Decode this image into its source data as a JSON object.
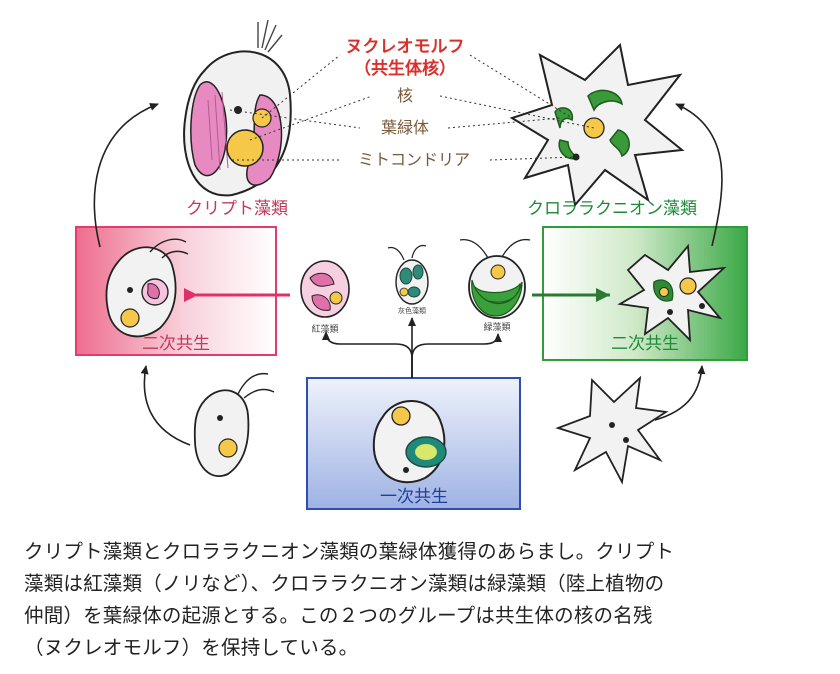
{
  "labels": {
    "nucleomorph_line1": "ヌクレオモルフ",
    "nucleomorph_line2": "（共生体核）",
    "nucleus": "核",
    "chloroplast": "葉緑体",
    "mitochondria": "ミトコンドリア",
    "cryptophyte": "クリプト藻類",
    "chlorarachniophyte": "クロララクニオン藻類",
    "secondary_left": "二次共生",
    "secondary_right": "二次共生",
    "primary": "一次共生",
    "red_algae": "紅藻類",
    "glaucophyte": "灰色藻類",
    "green_algae": "緑藻類"
  },
  "caption": {
    "lines": [
      "クリプト藻類とクロララクニオン藻類の葉緑体獲得のあらまし。クリプト",
      "藻類は紅藻類（ノリなど）、クロララクニオン藻類は緑藻類（陸上植物の",
      "仲間）を葉緑体の起源とする。この２つのグループは共生体の核の名残",
      "（ヌクレオモルフ）を保持している。"
    ]
  },
  "colors": {
    "nucleomorph_text": "#d9302c",
    "label_text": "#7a5a3a",
    "cryptophyte_text": "#c23a5a",
    "chlorarachnio_text": "#1f8a3a",
    "secondary_left_text": "#c23a5a",
    "secondary_right_text": "#1f8a3a",
    "primary_text": "#1f3f9a",
    "pink_box": "#e23b6e",
    "green_box": "#2f9e3a",
    "blue_box": "#2f4fb0",
    "pink_arrow": "#e0306a",
    "green_arrow": "#2a7a35"
  }
}
